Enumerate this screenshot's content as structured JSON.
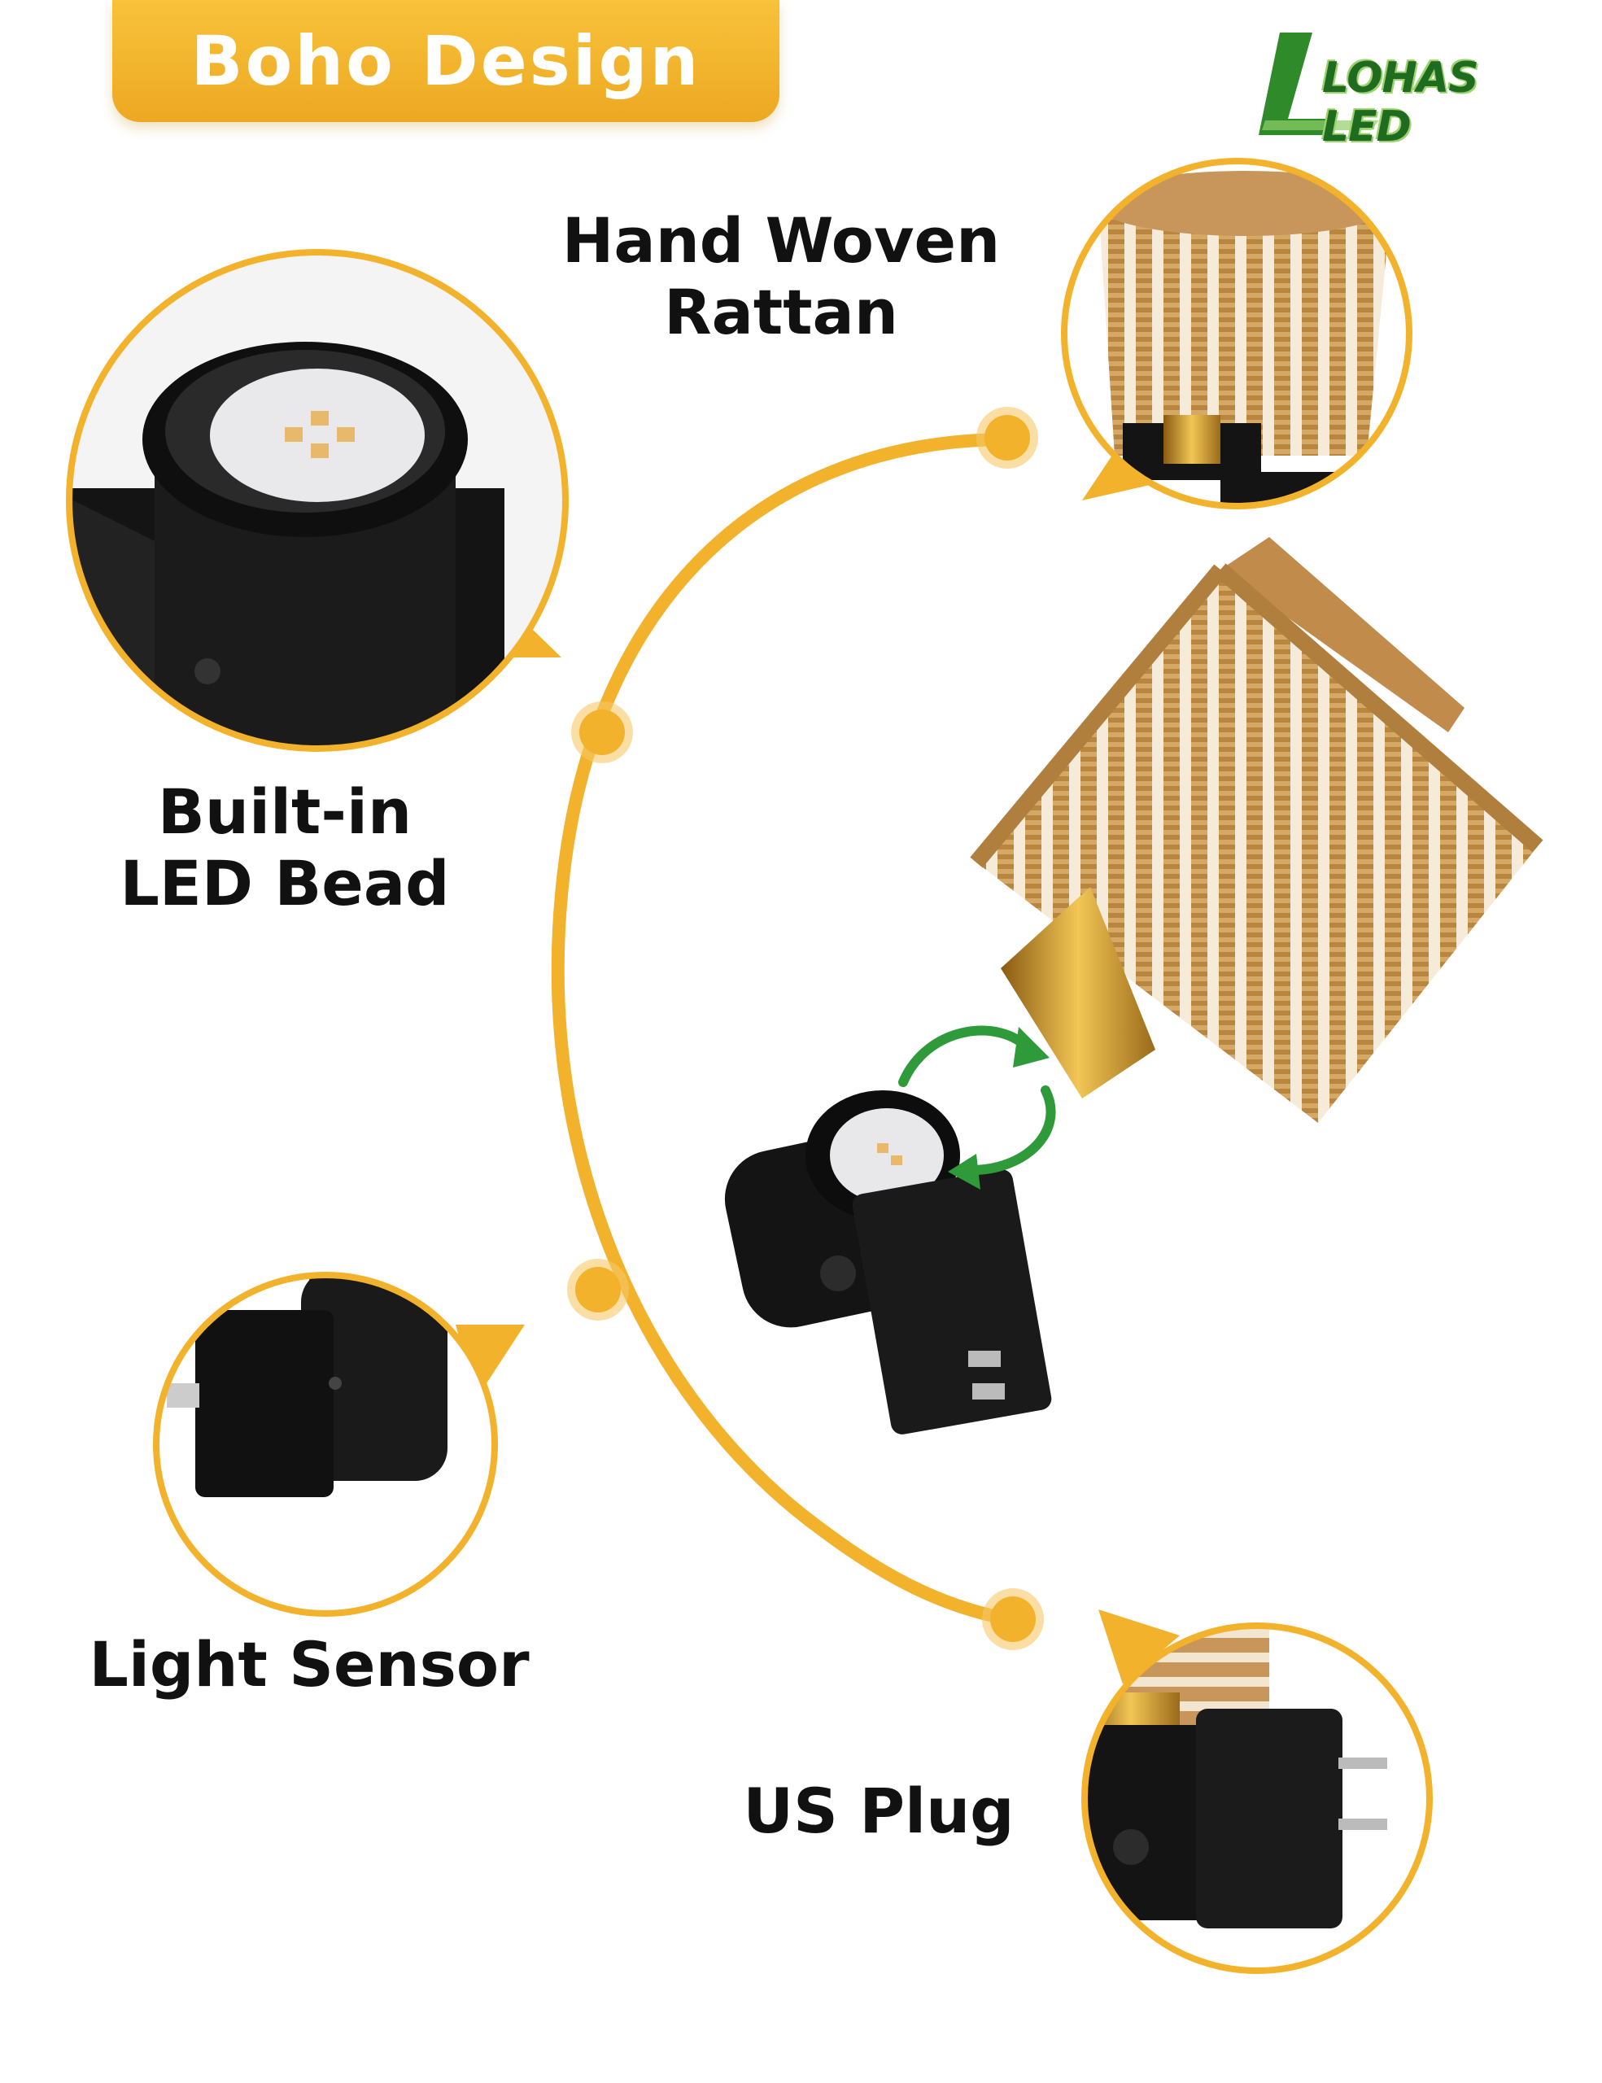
{
  "badge": {
    "label": "Boho Design"
  },
  "logo": {
    "text": "LOHAS LED"
  },
  "features": {
    "rattan": "Hand Woven\nRattan",
    "led": "Built-in\nLED Bead",
    "sensor": "Light Sensor",
    "plug": "US Plug"
  },
  "colors": {
    "accent": "#f2b22b",
    "accent_dark": "#e9a21d",
    "rattan": "#c9995a",
    "black_part": "#1a1a1a",
    "arrow_green": "#2e9a3a",
    "brass": "#d9a233"
  },
  "icons": [
    "rotate-arrow-icon",
    "logo-mark-icon"
  ]
}
